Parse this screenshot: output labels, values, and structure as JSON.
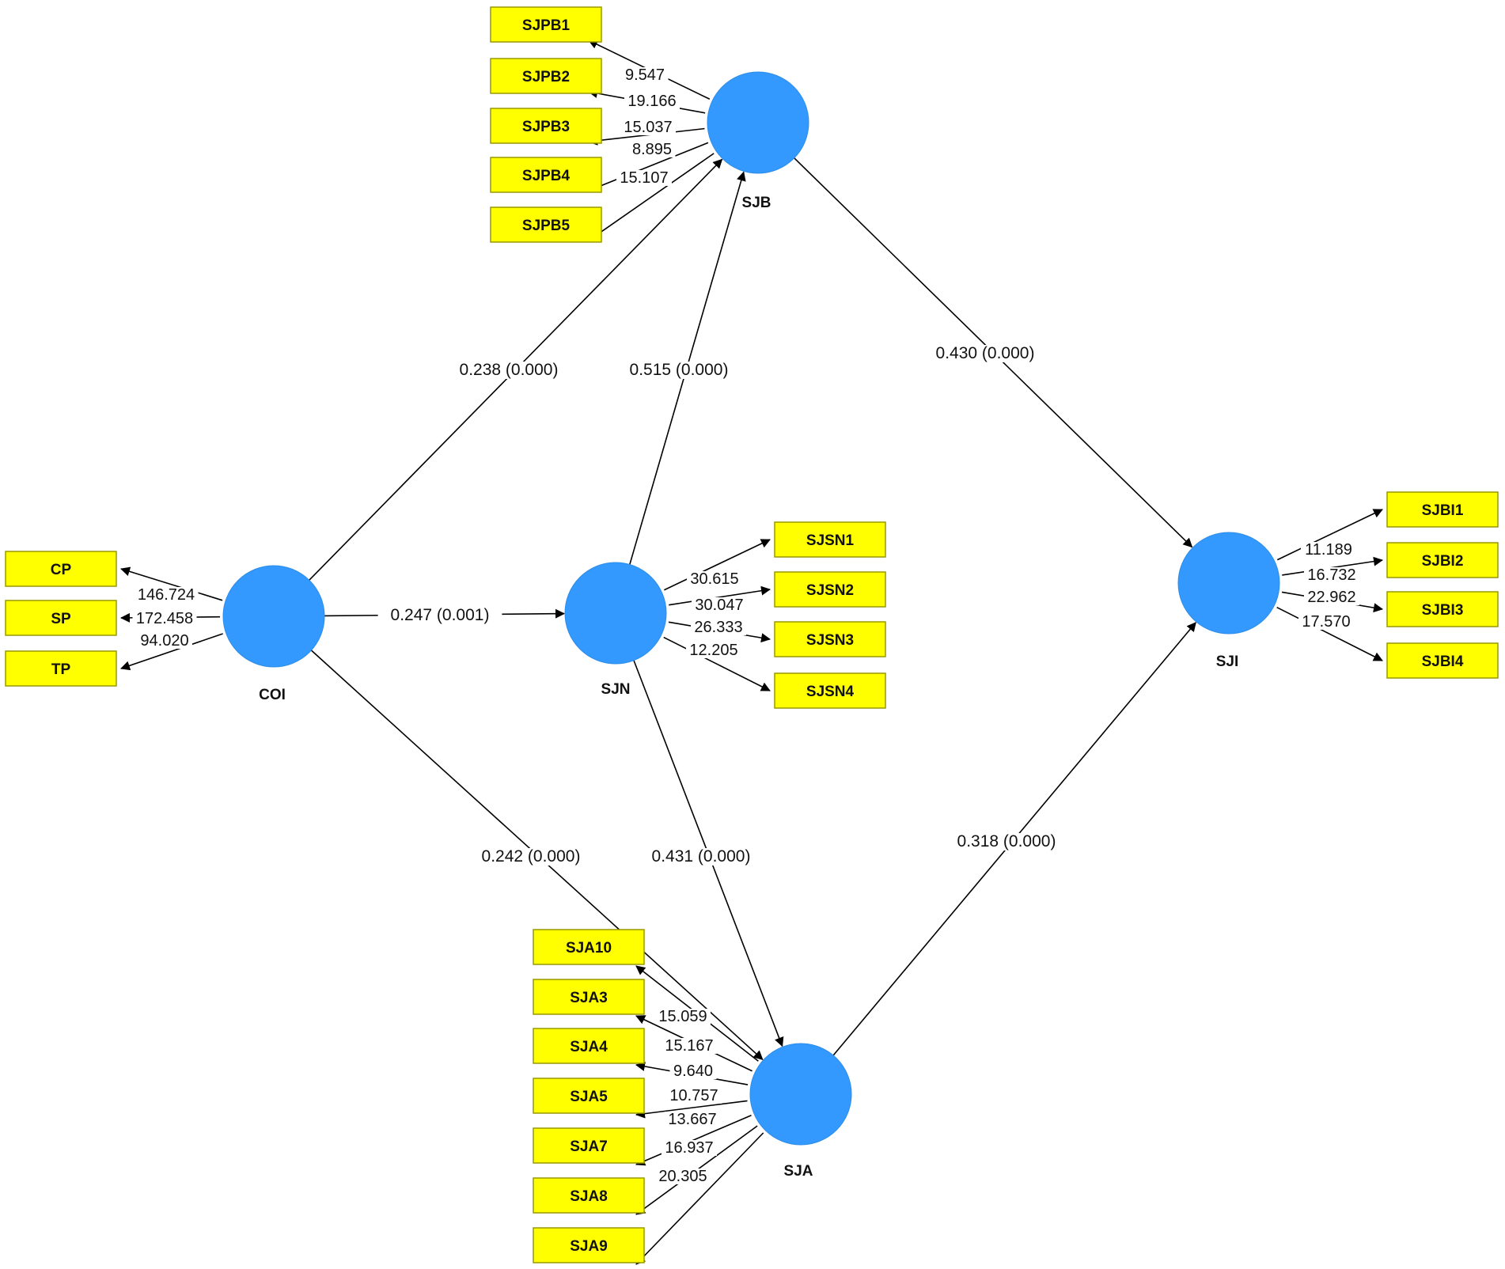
{
  "colors": {
    "latent": "#3399ff",
    "indicator": "#ffff00",
    "line": "#000000"
  },
  "latents": [
    {
      "id": "COI",
      "label": "COI"
    },
    {
      "id": "SJN",
      "label": "SJN"
    },
    {
      "id": "SJB",
      "label": "SJB"
    },
    {
      "id": "SJA",
      "label": "SJA"
    },
    {
      "id": "SJI",
      "label": "SJI"
    }
  ],
  "paths": [
    {
      "from": "COI",
      "to": "SJB",
      "label": "0.238 (0.000)"
    },
    {
      "from": "COI",
      "to": "SJN",
      "label": "0.247 (0.001)"
    },
    {
      "from": "COI",
      "to": "SJA",
      "label": "0.242 (0.000)"
    },
    {
      "from": "SJN",
      "to": "SJB",
      "label": "0.515 (0.000)"
    },
    {
      "from": "SJN",
      "to": "SJA",
      "label": "0.431 (0.000)"
    },
    {
      "from": "SJB",
      "to": "SJI",
      "label": "0.430 (0.000)"
    },
    {
      "from": "SJA",
      "to": "SJI",
      "label": "0.318 (0.000)"
    }
  ],
  "indicators": {
    "COI": [
      {
        "label": "CP",
        "value": "146.724"
      },
      {
        "label": "SP",
        "value": "172.458"
      },
      {
        "label": "TP",
        "value": "94.020"
      }
    ],
    "SJB": [
      {
        "label": "SJPB1",
        "value": "9.547"
      },
      {
        "label": "SJPB2",
        "value": "19.166"
      },
      {
        "label": "SJPB3",
        "value": "15.037"
      },
      {
        "label": "SJPB4",
        "value": "8.895"
      },
      {
        "label": "SJPB5",
        "value": "15.107"
      }
    ],
    "SJN": [
      {
        "label": "SJSN1",
        "value": "30.615"
      },
      {
        "label": "SJSN2",
        "value": "30.047"
      },
      {
        "label": "SJSN3",
        "value": "26.333"
      },
      {
        "label": "SJSN4",
        "value": "12.205"
      }
    ],
    "SJI": [
      {
        "label": "SJBI1",
        "value": "11.189"
      },
      {
        "label": "SJBI2",
        "value": "16.732"
      },
      {
        "label": "SJBI3",
        "value": "22.962"
      },
      {
        "label": "SJBI4",
        "value": "17.570"
      }
    ],
    "SJA": [
      {
        "label": "SJA10",
        "value": "15.059"
      },
      {
        "label": "SJA3",
        "value": "15.167"
      },
      {
        "label": "SJA4",
        "value": "9.640"
      },
      {
        "label": "SJA5",
        "value": "10.757"
      },
      {
        "label": "SJA7",
        "value": "13.667"
      },
      {
        "label": "SJA8",
        "value": "16.937"
      },
      {
        "label": "SJA9",
        "value": "20.305"
      }
    ]
  }
}
